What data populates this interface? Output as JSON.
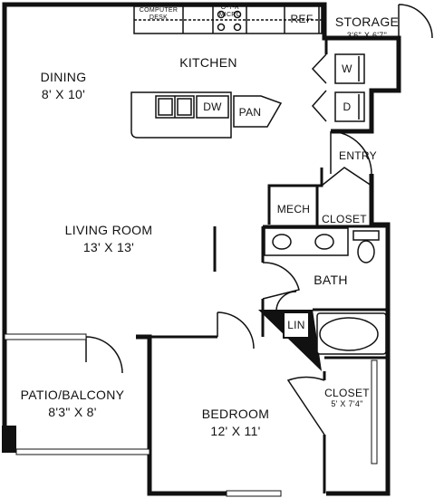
{
  "rooms": {
    "dining": {
      "name": "DINING",
      "size": "8' X 10'"
    },
    "kitchen": {
      "name": "KITCHEN"
    },
    "storage": {
      "name": "STORAGE",
      "size": "3'6\" X 6'7\""
    },
    "living": {
      "name": "LIVING ROOM",
      "size": "13' X 13'"
    },
    "patio": {
      "name": "PATIO/BALCONY",
      "size": "8'3\" X 8'"
    },
    "bedroom": {
      "name": "BEDROOM",
      "size": "12' X 11'"
    },
    "bath": {
      "name": "BATH"
    },
    "closet_bedroom": {
      "name": "CLOSET",
      "size": "5' X 7'4\""
    }
  },
  "fixtures": {
    "computer_desk_line1": "COMPUTER",
    "computer_desk_line2": "DESK",
    "otr_micro_line1": "O-T-R",
    "otr_micro_line2": "MICRO",
    "ref": "REF",
    "dishwasher": "DW",
    "pantry": "PAN",
    "washer": "W",
    "dryer": "D",
    "entry": "ENTRY",
    "mech": "MECH",
    "closet": "CLOSET",
    "linen": "LIN"
  },
  "colors": {
    "wall": "#111111",
    "background": "#ffffff"
  }
}
